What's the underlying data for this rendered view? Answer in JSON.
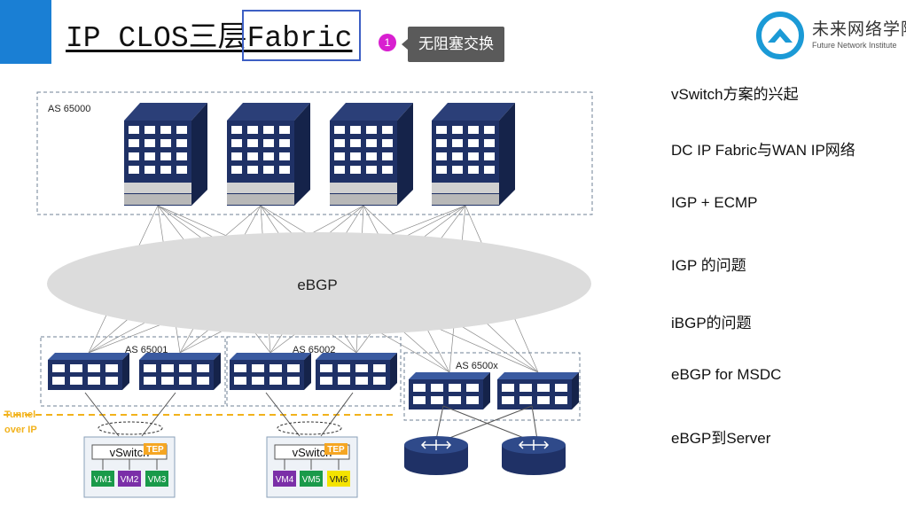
{
  "slide": {
    "title": "IP CLOS三层Fabric",
    "annotation_number": "1",
    "annotation_text": "无阻塞交换"
  },
  "logo": {
    "name_cn": "未来网络学院",
    "name_en": "Future Network Institute"
  },
  "topics": [
    "vSwitch方案的兴起",
    "DC IP Fabric与WAN IP网络",
    "IGP + ECMP",
    "IGP 的问题",
    "iBGP的问题",
    "eBGP for MSDC",
    "eBGP到Server"
  ],
  "diagram": {
    "spine_as": "AS 65000",
    "ebgp_label": "eBGP",
    "leaf_as": [
      "AS 65001",
      "AS 65002",
      "AS 6500x"
    ],
    "tunnel_label": [
      "Tunnel",
      "over IP"
    ],
    "vswitch_label": "vSwitch",
    "tep_label": "TEP",
    "host1_vms": [
      "VM1",
      "VM2",
      "VM3"
    ],
    "host2_vms": [
      "VM4",
      "VM5",
      "VM6"
    ],
    "colors": {
      "accent_blue": "#1a7fd4",
      "switch_navy": "#1f3166",
      "vm_green": "#1a9a4a",
      "vm_purple": "#7b2fa8",
      "vm_yellow": "#f4e300",
      "tep_orange": "#f5a623",
      "tunnel_yellow": "#f2b21b"
    }
  }
}
